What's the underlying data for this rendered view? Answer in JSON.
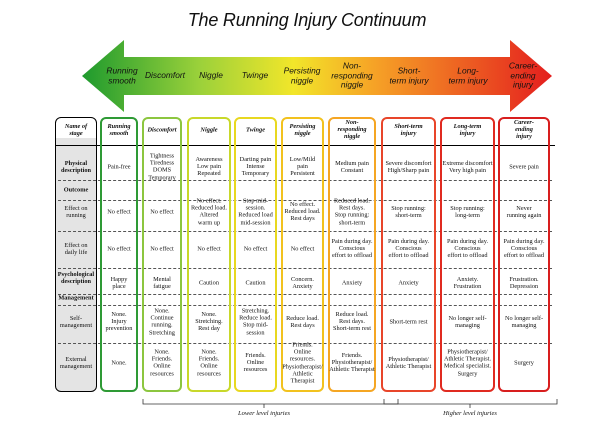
{
  "title": "The Running Injury Continuum",
  "arrow_labels": [
    "Running\nsmooth",
    "Discomfort",
    "Niggle",
    "Twinge",
    "Persisting\nniggle",
    "Non-\nresponding\nniggle",
    "Short-\nterm injury",
    "Long-\nterm injury",
    "Career-\nending\ninjury"
  ],
  "row_headers": {
    "name": "Name of\nstage",
    "physical": "Physical\ndescription",
    "outcome": "Outcome",
    "effect_running": "Effect on\nrunning",
    "effect_daily": "Effect on\ndaily life",
    "psych": "Psychological\ndescription",
    "management": "Management",
    "self": "Self-\nmanagement",
    "external": "External\nmanagement"
  },
  "columns": [
    {
      "name": "Running\nsmooth",
      "physical": "Pain-free",
      "running": "No effect",
      "daily": "No effect",
      "psych": "Happy\nplace",
      "self": "None.\nInjury\nprevention",
      "external": "None.",
      "color": "#2e9a35"
    },
    {
      "name": "Discomfort",
      "physical": "Tightness\nTiredness\nDOMS\nTemporary",
      "running": "No effect",
      "daily": "No effect",
      "psych": "Mental\nfatigue",
      "self": "None.\nContinue\nrunning.\nStretching",
      "external": "None.\nFriends.\nOnline\nresources",
      "color": "#8cc63f"
    },
    {
      "name": "Niggle",
      "physical": "Awareness\nLow pain\nRepeated",
      "running": "No effect.\nReduced load.\nAltered\nwarm up",
      "daily": "No effect",
      "psych": "Caution",
      "self": "None.\nStretching.\nRest day",
      "external": "None.\nFriends.\nOnline\nresources",
      "color": "#c8d82a"
    },
    {
      "name": "Twinge",
      "physical": "Darting pain\nIntense\nTemporary",
      "running": "Stop mid-\nsession.\nReduced load\nmid-session",
      "daily": "No effect",
      "psych": "Caution",
      "self": "Stretching.\nReduce load.\nStop mid-\nsession",
      "external": "Friends.\nOnline\nresources",
      "color": "#e8d820"
    },
    {
      "name": "Persisting\nniggle",
      "physical": "Low/Mild\npain\nPersistent",
      "running": "No effect.\nReduced load.\nRest days",
      "daily": "No effect",
      "psych": "Concern.\nAnxiety",
      "self": "Reduce load.\nRest days",
      "external": "Friends.\nOnline\nresources.\nPhysiotherapist/\nAthletic\nTherapist",
      "color": "#f2c21e"
    },
    {
      "name": "Non-\nresponding\nniggle",
      "physical": "Medium pain\nConstant",
      "running": "Reduced load.\nRest days.\nStop running:\nshort-term",
      "daily": "Pain during day.\nConscious\neffort to offload",
      "psych": "Anxiety",
      "self": "Reduce load.\nRest days.\nShort-term rest",
      "external": "Friends.\nPhysiotherapist/\nAthletic Therapist",
      "color": "#f5a623"
    },
    {
      "name": "Short-term\ninjury",
      "physical": "Severe discomfort\nHigh/Sharp pain",
      "running": "Stop running:\nshort-term",
      "daily": "Pain during day.\nConscious\neffort to offload",
      "psych": "Anxiety",
      "self": "Short-term rest",
      "external": "Physiotherapist/\nAthletic Therapist",
      "color": "#e8452a"
    },
    {
      "name": "Long-term\ninjury",
      "physical": "Extreme discomfort\nVery high pain",
      "running": "Stop running:\nlong-term",
      "daily": "Pain during day.\nConscious\neffort to offload",
      "psych": "Anxiety.\nFrustration",
      "self": "No longer self-\nmanaging",
      "external": "Physiotherapist/\nAthletic Therapist.\nMedical specialist.\nSurgery",
      "color": "#e02a20"
    },
    {
      "name": "Career-\nending\ninjury",
      "physical": "Severe pain",
      "running": "Never\nrunning again",
      "daily": "Pain during day.\nConscious\neffort to offload",
      "psych": "Frustration.\nDepression",
      "self": "No longer self-\nmanaging",
      "external": "Surgery",
      "color": "#d81e1e"
    }
  ],
  "brace_labels": {
    "lower": "Lower level injuries",
    "higher": "Higher level injuries"
  }
}
